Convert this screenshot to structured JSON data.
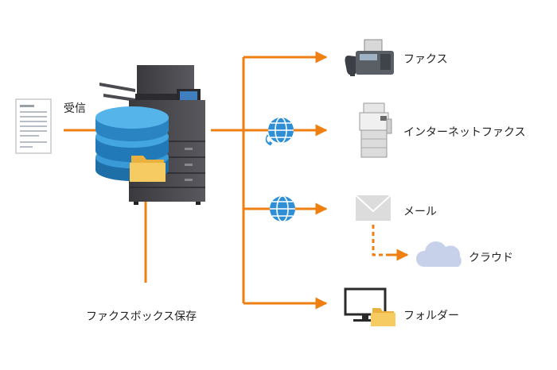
{
  "labels": {
    "receive": "受信",
    "fax_box_save": "ファクスボックス保存",
    "fax": "ファクス",
    "internet_fax": "インターネットファクス",
    "email": "メール",
    "cloud": "クラウド",
    "folder": "フォルダー"
  },
  "colors": {
    "arrow": "#ee7f10",
    "database": "#2f8fcf",
    "folder": "#f4c65a",
    "cloud": "#c8d3ea",
    "envelope": "#d7d7d7"
  },
  "icons": [
    "document-icon",
    "database-icon",
    "folder-icon",
    "mfp-icon",
    "globe-phone-icon",
    "globe-icon",
    "fax-machine-icon",
    "printer-icon",
    "envelope-icon",
    "cloud-icon",
    "monitor-icon"
  ]
}
